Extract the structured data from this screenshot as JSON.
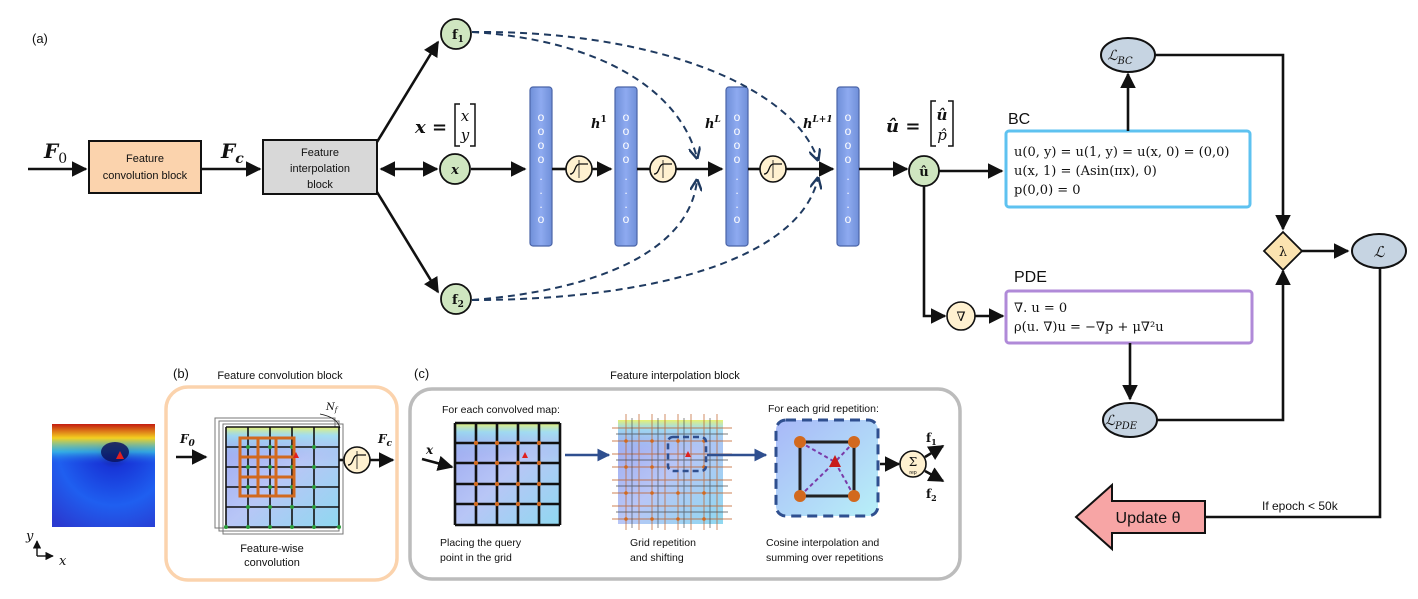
{
  "panel_a": {
    "label": "(a)",
    "F0": "F",
    "F0_sub": "0",
    "Fc": "F",
    "Fc_sub": "c",
    "conv_block": [
      "Feature",
      "convolution block"
    ],
    "interp_block": [
      "Feature",
      "interpolation",
      "block"
    ],
    "x_node": "x",
    "x_eq_lhs": "x =",
    "x_vec": [
      "x",
      "y"
    ],
    "f1": "f",
    "f1_sub": "1",
    "f2": "f",
    "f2_sub": "2",
    "h1": "h",
    "h1_sup": "1",
    "hL": "h",
    "hL_sup": "L",
    "hL1": "h",
    "hL1_sup": "L+1",
    "neuron_glyphs": "o o o . . . o",
    "u_node": "û",
    "u_eq_lhs": "û =",
    "u_vec": [
      "û",
      "p̂"
    ],
    "bc_title": "BC",
    "bc_lines": [
      "u(0, y) = u(1, y) = u(x, 0) = (0,0)",
      "u(x, 1) = (Asin(πx), 0)",
      "p(0,0) = 0"
    ],
    "pde_title": "PDE",
    "pde_lines": [
      "∇. u = 0",
      "ρ(u. ∇)u = −∇p + μ∇²u"
    ],
    "grad_node": "∇",
    "lambda_node": "λ",
    "L_bc": "ℒ",
    "L_bc_sub": "BC",
    "L_pde": "ℒ",
    "L_pde_sub": "PDE",
    "L_total": "ℒ",
    "update_label": "Update θ",
    "epoch_label": "If epoch < 50k"
  },
  "panel_b": {
    "label": "(b)",
    "title": "Feature convolution block",
    "F0": "F",
    "F0_sub": "0",
    "Fc": "F",
    "Fc_sub": "c",
    "Nf": "N",
    "Nf_sub": "f",
    "caption": [
      "Feature-wise",
      "convolution"
    ]
  },
  "axes_label": {
    "y": "y",
    "x": "x"
  },
  "panel_c": {
    "label": "(c)",
    "title": "Feature interpolation block",
    "x_in": "x",
    "step1_title": "For each convolved map:",
    "step1_caption": [
      "Placing the query",
      "point in the grid"
    ],
    "step2_caption": [
      "Grid repetition",
      "and shifting"
    ],
    "step3_title": "For each grid repetition:",
    "step3_caption": [
      "Cosine interpolation and",
      "summing over repetitions"
    ],
    "sum_symbol": "Σ",
    "sum_sub": "rep",
    "f1": "f",
    "f1_sub": "1",
    "f2": "f",
    "f2_sub": "2"
  }
}
